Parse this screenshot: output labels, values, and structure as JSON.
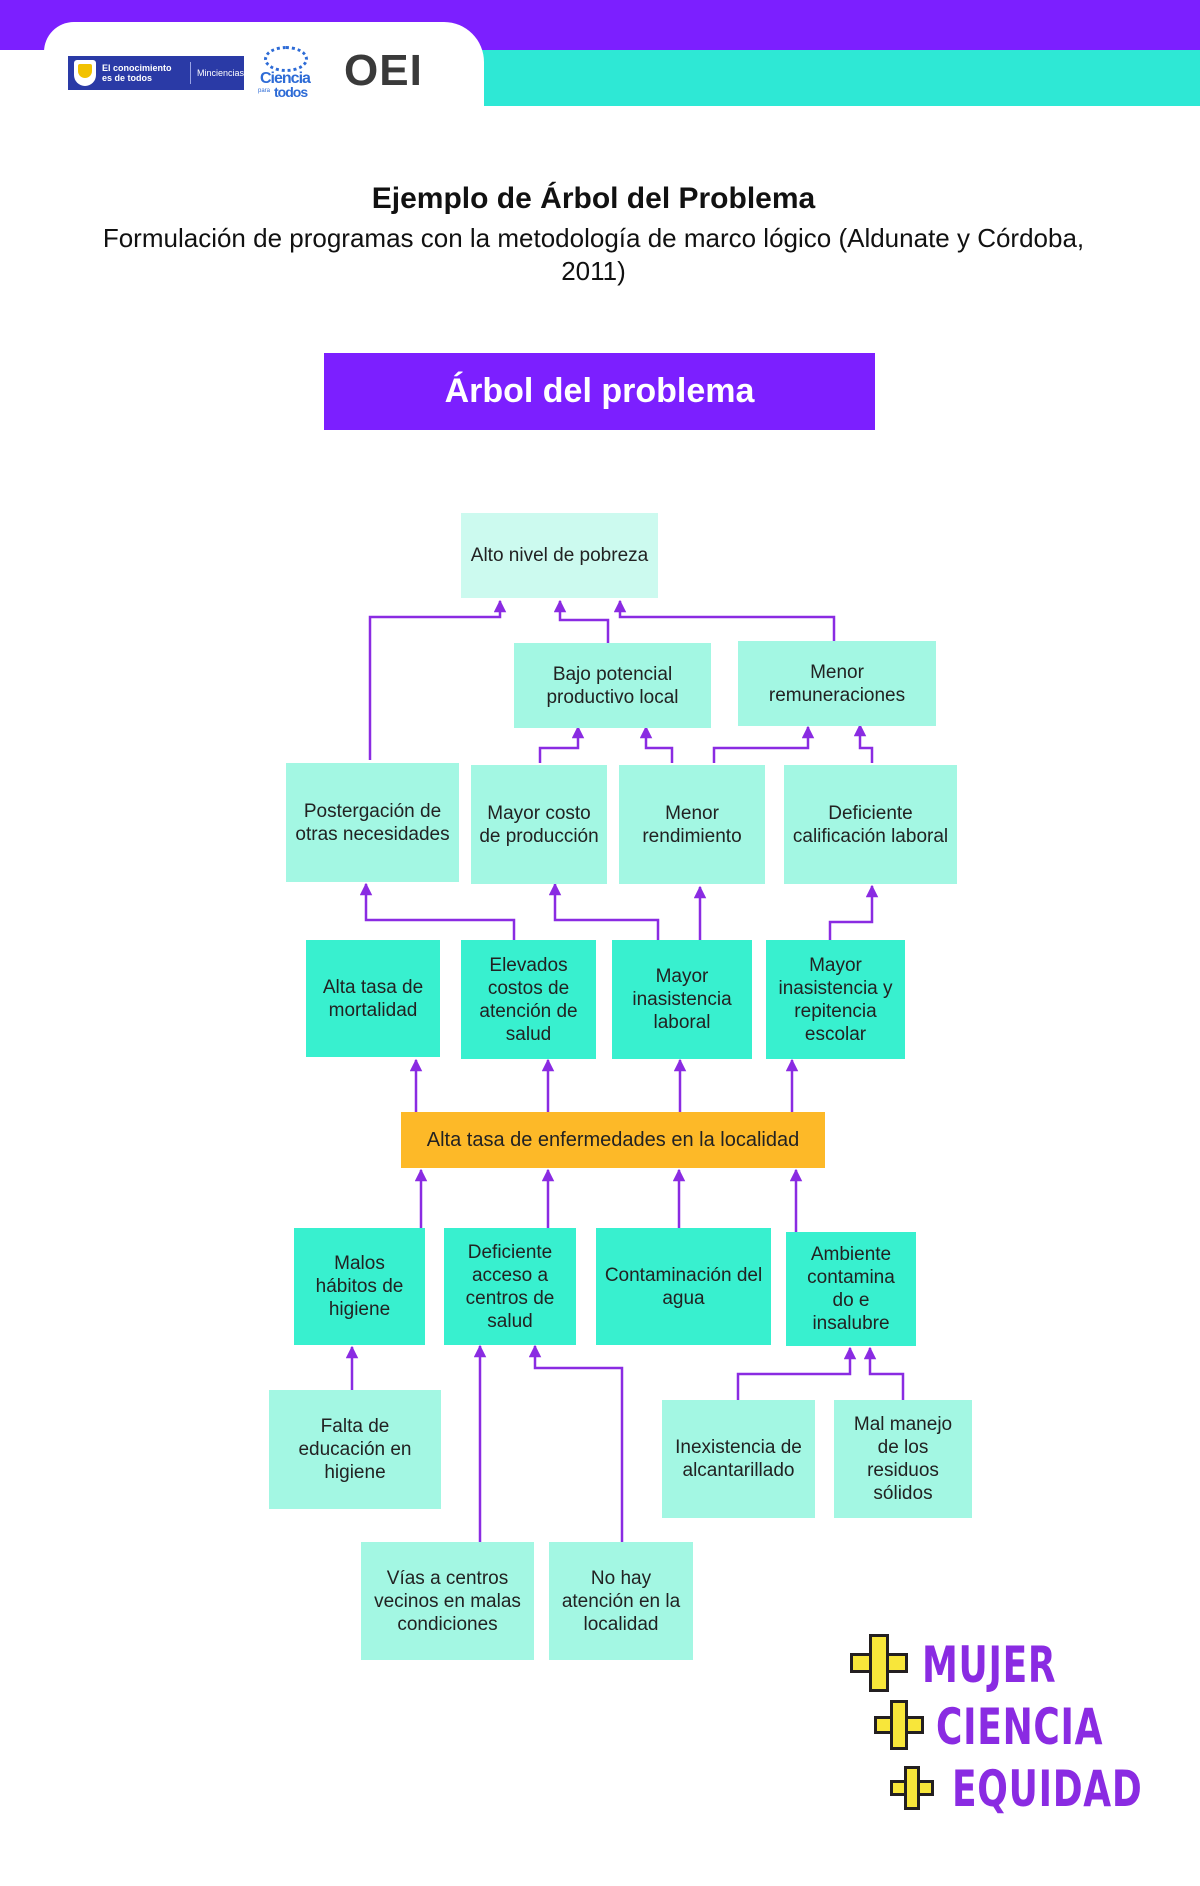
{
  "header": {
    "gov_text": "El conocimiento es de todos",
    "gov_ministry": "Minciencias",
    "ciencia_word": "Ciencia",
    "ciencia_para": "para",
    "ciencia_todos": "todos",
    "oei_logo": "OEI",
    "colors": {
      "purple": "#7c1fff",
      "teal": "#2ee8d5"
    }
  },
  "title": "Ejemplo de Árbol del Problema",
  "subtitle": "Formulación de programas con la metodología de marco lógico (Aldunate y Córdoba, 2011)",
  "banner": "Árbol del problema",
  "tree": {
    "top_effect": "Alto nivel de pobreza",
    "effects_level2": {
      "bajo_potencial": "Bajo potencial productivo local",
      "menor_remuneraciones": "Menor remuneraciones"
    },
    "effects_level3": {
      "postergacion": "Postergación de otras necesidades",
      "mayor_costo": "Mayor costo de producción",
      "menor_rendimiento": "Menor rendimiento",
      "deficiente_calificacion": "Deficiente calificación laboral"
    },
    "effects_level4": {
      "alta_mortalidad": "Alta tasa de mortalidad",
      "elevados_costos": "Elevados costos de atención de salud",
      "inasistencia_laboral": "Mayor inasistencia laboral",
      "inasistencia_escolar": "Mayor inasistencia y repitencia escolar"
    },
    "central_problem": "Alta tasa de enfermedades en la localidad",
    "causes_level1": {
      "malos_habitos": "Malos hábitos de higiene",
      "deficiente_acceso": "Deficiente acceso a centros de salud",
      "contaminacion": "Contaminación del agua",
      "ambiente": "Ambiente contamina do e insalubre"
    },
    "causes_level2": {
      "falta_educacion": "Falta de educación en higiene",
      "inexistencia": "Inexistencia de alcantarillado",
      "mal_manejo": "Mal manejo de los residuos sólidos"
    },
    "causes_level3": {
      "vias": "Vías a centros vecinos en malas condiciones",
      "no_hay_atencion": "No hay atención en la localidad"
    },
    "colors": {
      "connector": "#8a2be2",
      "box": "#a3f7e3",
      "top_box": "#ccfaef",
      "effect_box": "#38f0cf",
      "central": "#fdb928"
    }
  },
  "footer": {
    "line1": "MUJER",
    "line2": "CIENCIA",
    "line3": "EQUIDAD",
    "colors": {
      "text": "#8a2be2",
      "plus": "#f8e63a"
    }
  }
}
